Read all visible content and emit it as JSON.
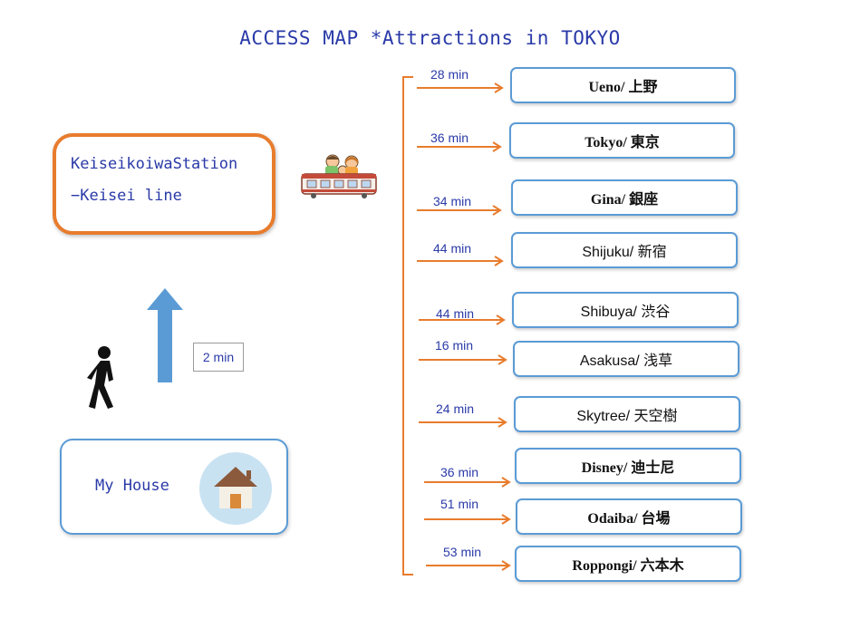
{
  "title": "ACCESS MAP *Attractions in TOKYO",
  "station": {
    "line1": "KeiseikoiwaStation",
    "line2": "−Keisei line"
  },
  "walk": {
    "time": "2 min"
  },
  "house": {
    "label": "My House"
  },
  "icons": {
    "train": "train-with-family-icon",
    "walker": "walking-person-icon",
    "house": "house-icon",
    "arrow": "arrow-up-icon"
  },
  "colors": {
    "accent_blue": "#2a3aa8",
    "orange": "#e87c2d",
    "box_border": "#5b9bd5"
  },
  "destinations": [
    {
      "time": "28 min",
      "label": "Ueno/ 上野"
    },
    {
      "time": "36 min",
      "label": "Tokyo/ 東京"
    },
    {
      "time": "34 min",
      "label": "Gina/ 銀座"
    },
    {
      "time": "44 min",
      "label": "Shijuku/ 新宿"
    },
    {
      "time": "44 min",
      "label": "Shibuya/ 渋谷"
    },
    {
      "time": "16 min",
      "label": "Asakusa/ 浅草"
    },
    {
      "time": "24 min",
      "label": "Skytree/ 天空樹"
    },
    {
      "time": "36 min",
      "label": "Disney/ 迪士尼"
    },
    {
      "time": "51 min",
      "label": "Odaiba/ 台場"
    },
    {
      "time": "53 min",
      "label": "Roppongi/ 六本木"
    }
  ]
}
